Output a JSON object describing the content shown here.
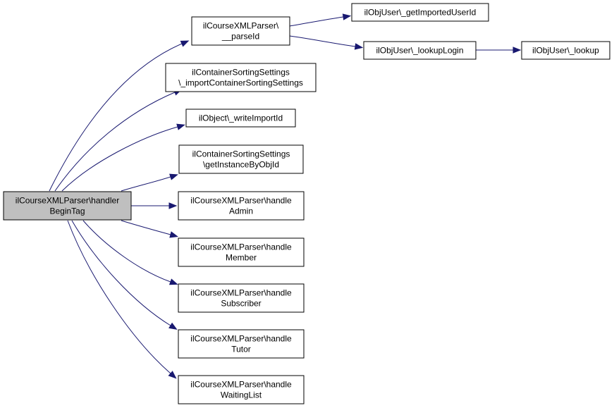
{
  "graph": {
    "title": "Call graph of ilCourseXMLParser\\handlerBeginTag",
    "colors": {
      "edge": "#191970",
      "root_fill": "#bfbfbf",
      "node_fill": "#ffffff",
      "border": "#000000"
    },
    "nodes": [
      {
        "id": "root",
        "lines": [
          "ilCourseXMLParser\\handler",
          "BeginTag"
        ],
        "root": true
      },
      {
        "id": "parseId",
        "lines": [
          "ilCourseXMLParser\\",
          "__parseId"
        ]
      },
      {
        "id": "getImportedUserId",
        "lines": [
          "ilObjUser\\_getImportedUserId"
        ]
      },
      {
        "id": "lookupLogin",
        "lines": [
          "ilObjUser\\_lookupLogin"
        ]
      },
      {
        "id": "lookup",
        "lines": [
          "ilObjUser\\_lookup"
        ]
      },
      {
        "id": "importSorting",
        "lines": [
          "ilContainerSortingSettings",
          "\\_importContainerSortingSettings"
        ]
      },
      {
        "id": "writeImportId",
        "lines": [
          "ilObject\\_writeImportId"
        ]
      },
      {
        "id": "getInstanceByObjId",
        "lines": [
          "ilContainerSortingSettings",
          "\\getInstanceByObjId"
        ]
      },
      {
        "id": "handleAdmin",
        "lines": [
          "ilCourseXMLParser\\handle",
          "Admin"
        ]
      },
      {
        "id": "handleMember",
        "lines": [
          "ilCourseXMLParser\\handle",
          "Member"
        ]
      },
      {
        "id": "handleSubscriber",
        "lines": [
          "ilCourseXMLParser\\handle",
          "Subscriber"
        ]
      },
      {
        "id": "handleTutor",
        "lines": [
          "ilCourseXMLParser\\handle",
          "Tutor"
        ]
      },
      {
        "id": "handleWaitingList",
        "lines": [
          "ilCourseXMLParser\\handle",
          "WaitingList"
        ]
      }
    ],
    "edges": [
      [
        "root",
        "parseId"
      ],
      [
        "root",
        "importSorting"
      ],
      [
        "root",
        "writeImportId"
      ],
      [
        "root",
        "getInstanceByObjId"
      ],
      [
        "root",
        "handleAdmin"
      ],
      [
        "root",
        "handleMember"
      ],
      [
        "root",
        "handleSubscriber"
      ],
      [
        "root",
        "handleTutor"
      ],
      [
        "root",
        "handleWaitingList"
      ],
      [
        "parseId",
        "getImportedUserId"
      ],
      [
        "parseId",
        "lookupLogin"
      ],
      [
        "lookupLogin",
        "lookup"
      ]
    ]
  }
}
